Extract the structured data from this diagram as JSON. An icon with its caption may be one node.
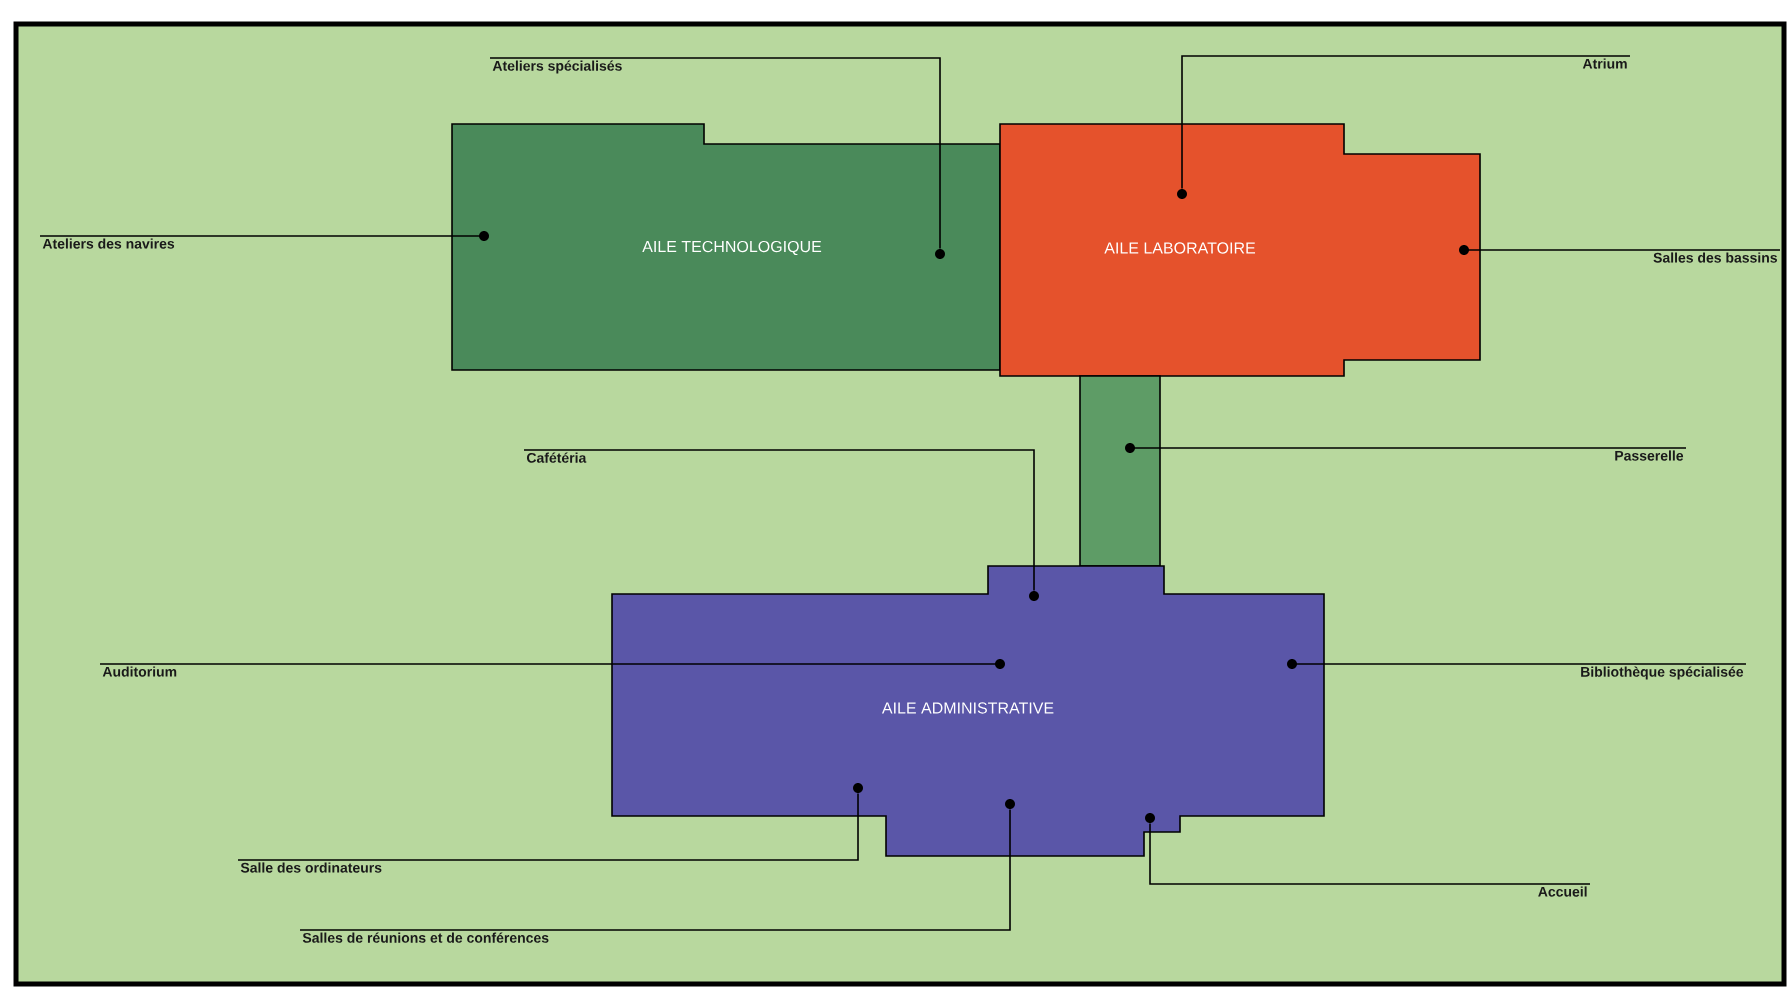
{
  "diagram": {
    "nodes": [
      {
        "text": [
          "AILE TECHNOLOGIQUE"
        ]
      },
      {
        "text": [
          "AILE LABORATOIRE"
        ]
      },
      {
        "text": [],
        "shape": "bar"
      },
      {
        "text": [
          "AILE ADMINISTRATIVE"
        ]
      },
      {
        "text": [
          "Ateliers spécialisés"
        ]
      },
      {
        "text": [
          "Atrium"
        ]
      },
      {
        "text": [
          "Ateliers des navires"
        ]
      },
      {
        "text": [
          "Salles des bassins"
        ]
      },
      {
        "text": [
          "Cafétéria"
        ]
      },
      {
        "text": [
          "Passerelle"
        ]
      },
      {
        "text": [
          "Auditorium"
        ]
      },
      {
        "text": [
          "Bibliothèque spécialisée"
        ]
      },
      {
        "text": [
          "Salle des ordinateurs"
        ]
      },
      {
        "text": [
          "Accueil"
        ]
      },
      {
        "text": [
          "Salles de réunions et de conférences"
        ]
      },
      {
        "text": [],
        "shape": "circle",
        "in": 0
      },
      {
        "text": [],
        "shape": "circle",
        "in": 1
      },
      {
        "text": [],
        "shape": "circle",
        "in": 0
      },
      {
        "text": [],
        "shape": "circle",
        "in": 1
      },
      {
        "text": [],
        "shape": "circle",
        "in": 3
      },
      {
        "text": [],
        "shape": "circle",
        "in": 2
      },
      {
        "text": [],
        "shape": "circle",
        "in": 3
      },
      {
        "text": [],
        "shape": "circle",
        "in": 3
      },
      {
        "text": [],
        "shape": "circle",
        "in": 3
      },
      {
        "text": [],
        "shape": "circle",
        "in": 3
      },
      {
        "text": [],
        "shape": "circle",
        "in": 3
      }
    ],
    "edges": [
      {
        "from": 4,
        "to": 15,
        "arrow": "none"
      },
      {
        "from": 5,
        "to": 16,
        "arrow": "none"
      },
      {
        "from": 6,
        "to": 17,
        "arrow": "none"
      },
      {
        "from": 7,
        "to": 18,
        "arrow": "none"
      },
      {
        "from": 8,
        "to": 19,
        "arrow": "none"
      },
      {
        "from": 9,
        "to": 20,
        "arrow": "none"
      },
      {
        "from": 10,
        "to": 21,
        "arrow": "none"
      },
      {
        "from": 11,
        "to": 22,
        "arrow": "none"
      },
      {
        "from": 12,
        "to": 23,
        "arrow": "none"
      },
      {
        "from": 13,
        "to": 24,
        "arrow": "none"
      },
      {
        "from": 14,
        "to": 25,
        "arrow": "none"
      }
    ]
  }
}
